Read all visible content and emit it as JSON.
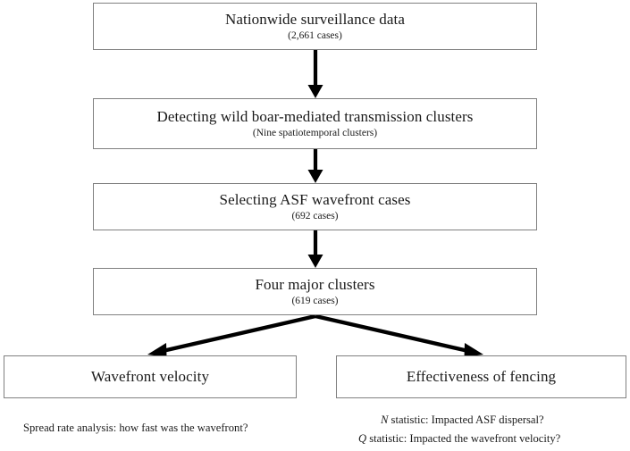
{
  "figure": {
    "type": "flowchart",
    "orientation": "top-to-bottom",
    "background_color": "#ffffff",
    "box_border_color": "#808080",
    "arrow_color": "#000000",
    "text_color": "#1a1a1a"
  },
  "nodes": [
    {
      "id": "surveillance",
      "main": "Nationwide surveillance data",
      "sub": "(2,661 cases)"
    },
    {
      "id": "clusters",
      "main": "Detecting wild boar-mediated transmission clusters",
      "sub": "(Nine spatiotemporal clusters)"
    },
    {
      "id": "wavefront",
      "main": "Selecting ASF wavefront cases",
      "sub": "(692 cases)"
    },
    {
      "id": "major",
      "main": "Four major clusters",
      "sub": "(619 cases)"
    },
    {
      "id": "velocity",
      "main": "Wavefront velocity",
      "sub": ""
    },
    {
      "id": "fencing",
      "main": "Effectiveness of fencing",
      "sub": ""
    }
  ],
  "captions": {
    "velocity": "Spread rate analysis: how fast was the wavefront?",
    "fencing_line1_italic": "N",
    "fencing_line1_rest": " statistic: Impacted ASF dispersal?",
    "fencing_line2_italic": "Q",
    "fencing_line2_rest": " statistic: Impacted the wavefront velocity?"
  },
  "edges": [
    {
      "from": "surveillance",
      "to": "clusters",
      "style": "vertical-arrow"
    },
    {
      "from": "clusters",
      "to": "wavefront",
      "style": "vertical-arrow"
    },
    {
      "from": "wavefront",
      "to": "major",
      "style": "vertical-arrow"
    },
    {
      "from": "major",
      "to": "velocity",
      "style": "diagonal-arrow-left"
    },
    {
      "from": "major",
      "to": "fencing",
      "style": "diagonal-arrow-right"
    }
  ]
}
